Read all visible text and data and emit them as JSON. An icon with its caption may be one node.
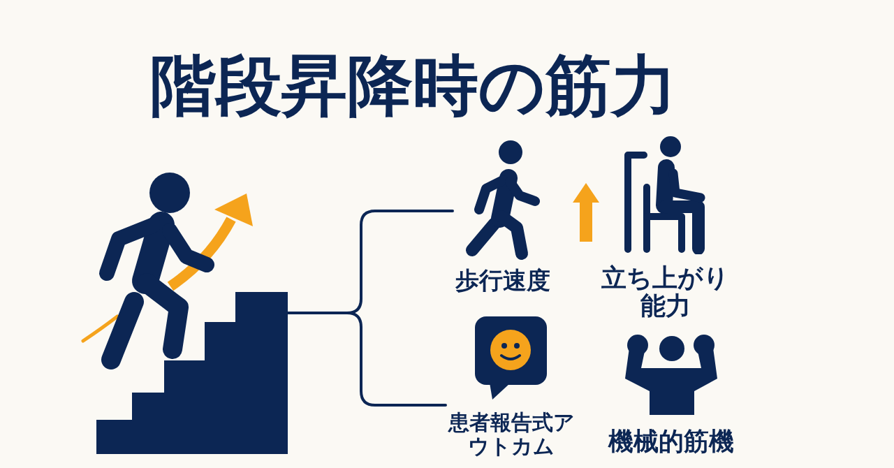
{
  "diagram": {
    "title": "階段昇降時の筋力",
    "nodes": [
      {
        "text": [],
        "shape": "picture"
      },
      {
        "text": [
          "歩行速度"
        ]
      },
      {
        "text": [
          "立ち上がり能力"
        ]
      },
      {
        "text": [
          "患者報告式アウトカム"
        ]
      },
      {
        "text": [
          "機械的筋機"
        ]
      }
    ],
    "edges": [
      {
        "from": 0,
        "to": 1,
        "arrow": "none"
      },
      {
        "from": 0,
        "to": 3,
        "arrow": "none"
      },
      {
        "from": 1,
        "to": 2,
        "arrow": "to",
        "color": "#f5a31c"
      }
    ]
  }
}
